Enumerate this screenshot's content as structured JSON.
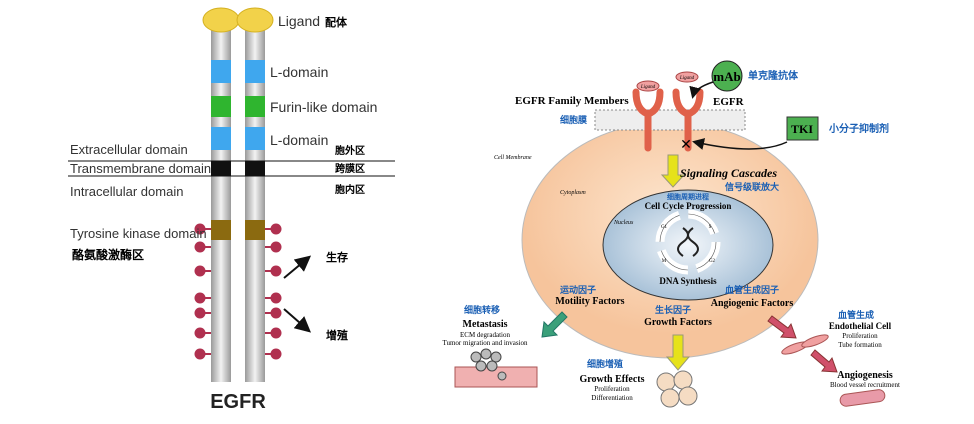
{
  "left": {
    "ligand": "Ligand",
    "ligand_cn": "配体",
    "l_domain_1": "L-domain",
    "furin": "Furin-like domain",
    "l_domain_2": "L-domain",
    "extracellular": "Extracellular domain",
    "extracellular_cn": "胞外区",
    "transmembrane": "Transmembrane domain",
    "transmembrane_cn": "跨膜区",
    "intracellular": "Intracellular domain",
    "intracellular_cn": "胞内区",
    "tk": "Tyrosine kinase domain",
    "tk_cn": "酪氨酸激酶区",
    "survival_cn": "生存",
    "proliferation_cn": "增殖",
    "title": "EGFR",
    "colors": {
      "ligand": "#f2d24a",
      "l_domain": "#3fa7ee",
      "furin": "#2fb52f",
      "tm": "#111111",
      "tk": "#8b6a10",
      "phospho": "#b0304f"
    }
  },
  "right": {
    "egfr_family": "EGFR Family Members",
    "egfr": "EGFR",
    "ligand": "Ligand",
    "membrane_cn": "细胞膜",
    "mab": "mAb",
    "mab_cn": "单克隆抗体",
    "tki": "TKI",
    "tki_cn": "小分子抑制剂",
    "cell_membrane": "Cell Membrane",
    "cytoplasm": "Cytoplasm",
    "signaling": "Signaling Cascades",
    "signaling_cn": "信号级联放大",
    "cell_cycle_cn": "细胞周期进程",
    "cell_cycle": "Cell Cycle Progression",
    "nucleus": "Nucleus",
    "g1": "G1",
    "s": "S",
    "g2": "G2",
    "m": "M",
    "dna": "DNA Synthesis",
    "motility_cn": "运动因子",
    "motility": "Motility Factors",
    "growth_cn": "生长因子",
    "growth": "Growth Factors",
    "angio_cn": "血管生成因子",
    "angio": "Angiogenic Factors",
    "metastasis_cn": "细胞转移",
    "metastasis": "Metastasis",
    "ecm": "ECM degradation",
    "tumor": "Tumor migration and invasion",
    "effects_cn": "细胞增殖",
    "effects": "Growth Effects",
    "prolif": "Proliferation",
    "diff": "Differentiation",
    "endo_cn": "血管生成",
    "endo": "Endothelial Cell",
    "endo_prolif": "Proliferation",
    "tube": "Tube formation",
    "angiogenesis": "Angiogenesis",
    "blood": "Blood vessel recruitment",
    "colors": {
      "cell": "#fbd7b6",
      "receptor": "#e0614a",
      "mab": "#4cb050",
      "metastasis_arrow": "#3aa07a",
      "growth_arrow": "#e6e21a",
      "angio_arrow": "#d0506a",
      "label_cn": "#1a5fb4"
    }
  }
}
